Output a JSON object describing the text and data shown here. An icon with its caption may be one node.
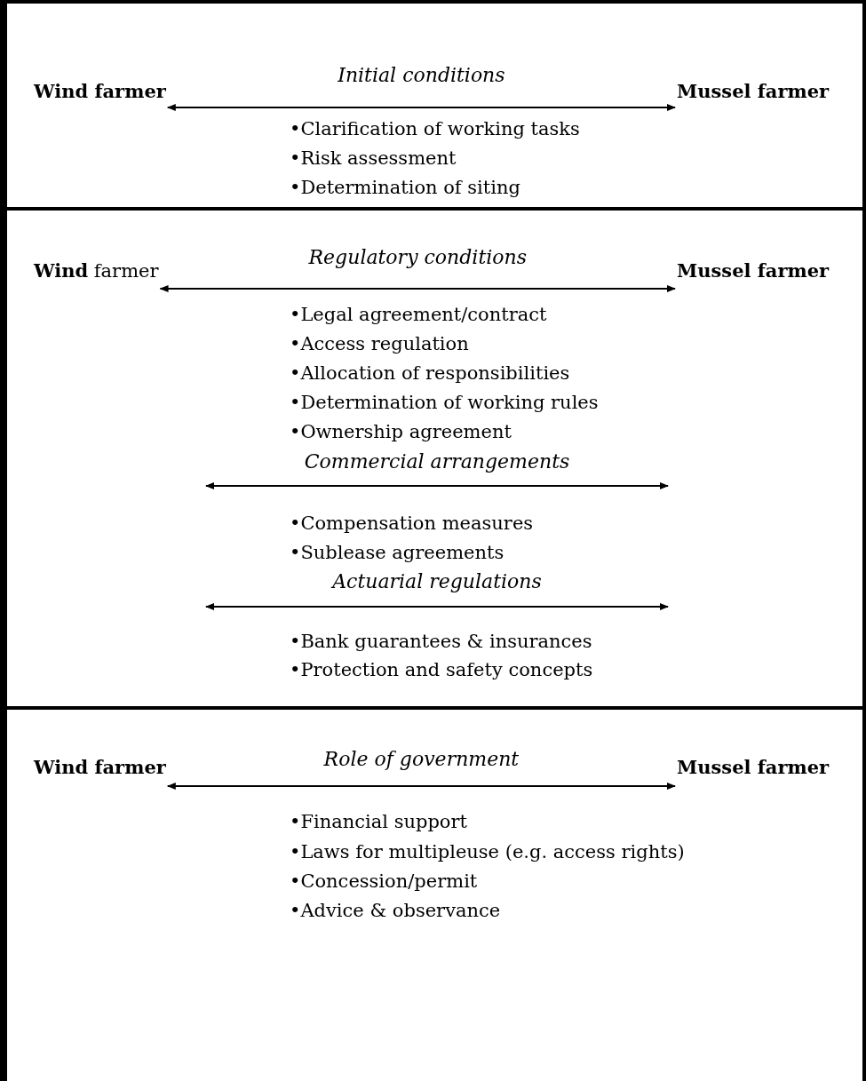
{
  "diagram": {
    "nodes": [
      {
        "text": [
          "•Clarification of working tasks",
          "•Risk assessment",
          "•Determination of siting"
        ]
      },
      {
        "text": [
          "Wind farmer"
        ],
        "in": 0
      },
      {
        "text": [
          "Mussel farmer"
        ],
        "in": 0
      },
      {
        "text": [
          "•Legal agreement/contract",
          "•Access regulation",
          "•Allocation of responsibilities",
          "•Determination of working rules",
          "•Ownership agreement",
          "•Compensation measures",
          "•Sublease agreements",
          "•Bank guarantees & insurances",
          "•Protection and safety concepts"
        ]
      },
      {
        "text": [
          "**Wind** farmer"
        ],
        "in": 3
      },
      {
        "text": [
          "Mussel farmer"
        ],
        "in": 3
      },
      {
        "text": [
          "•Financial support",
          "•Laws for multipleuse (e.g. access rights)",
          "•Concession/permit",
          "•Advice & observance"
        ]
      },
      {
        "text": [
          "Wind farmer"
        ],
        "in": 6
      },
      {
        "text": [
          "Mussel farmer"
        ],
        "in": 6
      }
    ],
    "edges": [
      {
        "from": 1,
        "to": 2,
        "arrow": "both",
        "label": "Initial conditions"
      },
      {
        "from": 4,
        "to": 5,
        "arrow": "both",
        "label": "Regulatory conditions"
      },
      {
        "from": 7,
        "to": 8,
        "arrow": "both",
        "label": "Role of government"
      }
    ],
    "labels": [
      "Commercial arrangements",
      "Actuarial regulations"
    ]
  }
}
